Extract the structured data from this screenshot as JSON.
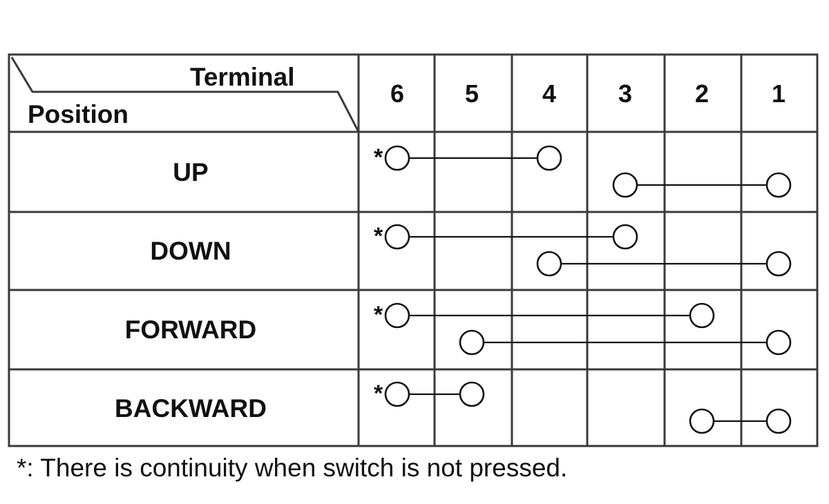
{
  "table": {
    "header_terminal": "Terminal",
    "header_position": "Position",
    "terminals": [
      "6",
      "5",
      "4",
      "3",
      "2",
      "1"
    ],
    "rows": [
      {
        "position": "UP",
        "connections": [
          {
            "from": "6",
            "to": "4",
            "marked": true
          },
          {
            "from": "3",
            "to": "1",
            "marked": false
          }
        ]
      },
      {
        "position": "DOWN",
        "connections": [
          {
            "from": "6",
            "to": "3",
            "marked": true
          },
          {
            "from": "4",
            "to": "1",
            "marked": false
          }
        ]
      },
      {
        "position": "FORWARD",
        "connections": [
          {
            "from": "6",
            "to": "2",
            "marked": true
          },
          {
            "from": "5",
            "to": "1",
            "marked": false
          }
        ]
      },
      {
        "position": "BACKWARD",
        "connections": [
          {
            "from": "6",
            "to": "5",
            "marked": true
          },
          {
            "from": "2",
            "to": "1",
            "marked": false
          }
        ]
      }
    ]
  },
  "marker": "*",
  "footnote": "*: There is continuity when switch is not pressed."
}
